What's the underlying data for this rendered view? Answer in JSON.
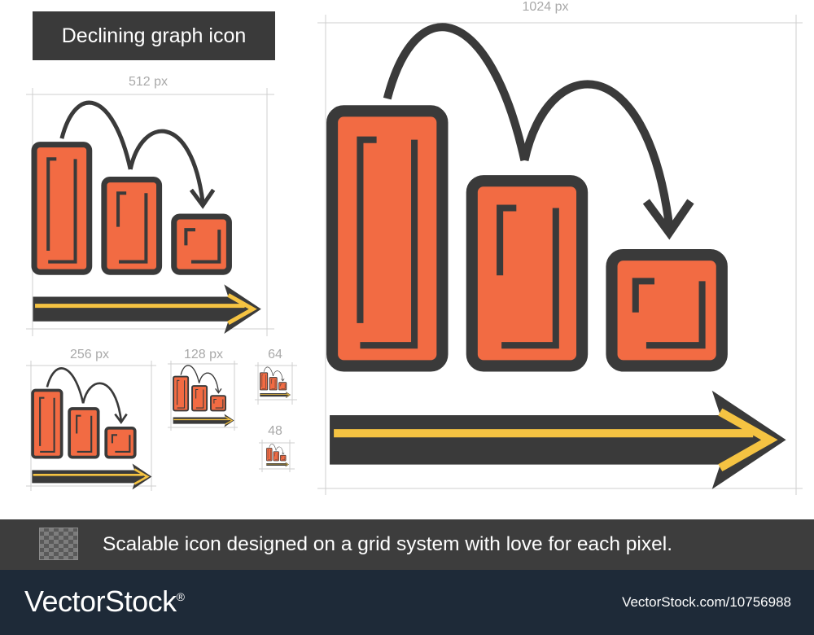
{
  "title": "Declining graph icon",
  "sizes": {
    "s1024": "1024 px",
    "s512": "512 px",
    "s256": "256 px",
    "s128": "128 px",
    "s64": "64",
    "s48": "48"
  },
  "footer": {
    "tagline": "Scalable icon designed on a grid system with love for each pixel."
  },
  "brand": {
    "name": "VectorStock",
    "registered": "®",
    "image_id": "VectorStock.com/10756988"
  },
  "colors": {
    "bar_fill": "#f26b43",
    "outline": "#3a3a3a",
    "arrow_fill": "#f5c342",
    "footer_bg": "#3d3d3d",
    "brand_bg": "#1e2a38"
  },
  "icons": [
    "declining-graph-icon"
  ]
}
